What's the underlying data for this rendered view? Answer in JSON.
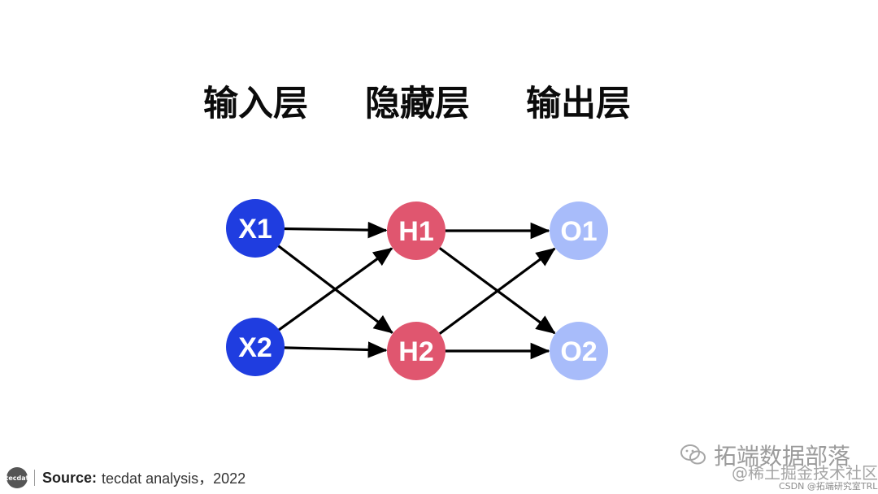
{
  "layers": {
    "input_title": "输入层",
    "hidden_title": "隐藏层",
    "output_title": "输出层"
  },
  "nodes": [
    {
      "id": "X1",
      "label": "X1",
      "layer": "input",
      "color": "#1f3de0"
    },
    {
      "id": "X2",
      "label": "X2",
      "layer": "input",
      "color": "#1f3de0"
    },
    {
      "id": "H1",
      "label": "H1",
      "layer": "hidden",
      "color": "#e0566f"
    },
    {
      "id": "H2",
      "label": "H2",
      "layer": "hidden",
      "color": "#e0566f"
    },
    {
      "id": "O1",
      "label": "O1",
      "layer": "output",
      "color": "#a8bcfa"
    },
    {
      "id": "O2",
      "label": "O2",
      "layer": "output",
      "color": "#a8bcfa"
    }
  ],
  "edges": [
    {
      "from": "X1",
      "to": "H1"
    },
    {
      "from": "X1",
      "to": "H2"
    },
    {
      "from": "X2",
      "to": "H1"
    },
    {
      "from": "X2",
      "to": "H2"
    },
    {
      "from": "H1",
      "to": "O1"
    },
    {
      "from": "H1",
      "to": "O2"
    },
    {
      "from": "H2",
      "to": "O1"
    },
    {
      "from": "H2",
      "to": "O2"
    }
  ],
  "footer": {
    "logo_text": "tecdat",
    "source_label": "Source:",
    "source_text": "tecdat analysis，2022"
  },
  "watermarks": {
    "wechat": "拓端数据部落",
    "juejin": "@稀土掘金技术社区",
    "csdn": "CSDN @拓端研究室TRL"
  }
}
